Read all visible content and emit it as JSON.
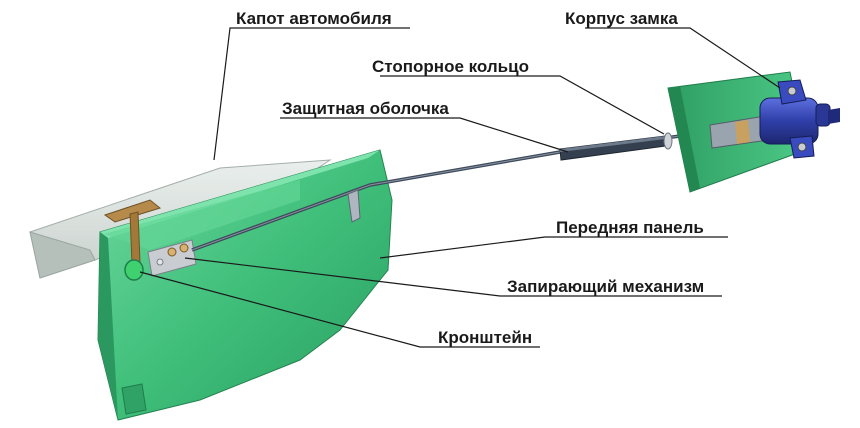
{
  "labels": {
    "hood": "Капот автомобиля",
    "lock_body": "Корпус замка",
    "retaining_ring": "Стопорное кольцо",
    "protective_sheath": "Защитная оболочка",
    "front_panel": "Передняя панель",
    "locking_mechanism": "Запирающий механизм",
    "bracket": "Кронштейн"
  },
  "colors": {
    "panel_green": "#3fbf7a",
    "hood_gray": "#cfd8d4",
    "cable": "#3e4a5a",
    "lock_blue": "#2f3fa8",
    "text": "#1a1a1a"
  }
}
